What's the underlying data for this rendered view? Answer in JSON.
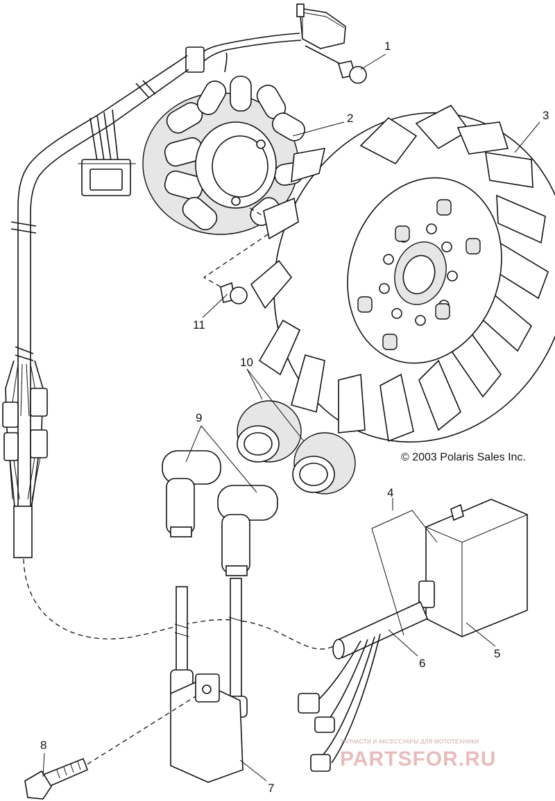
{
  "callouts": [
    "1",
    "2",
    "3",
    "4",
    "5",
    "6",
    "7",
    "8",
    "9",
    "10",
    "11"
  ],
  "copyright": "© 2003 Polaris Sales Inc.",
  "watermark": {
    "tagline": "ЗАПЧАСТИ И АКСЕССУАРЫ ДЛЯ МОТОТЕХНИКИ",
    "brand": "PARTSFOR.RU"
  },
  "colors": {
    "line": "#111111",
    "background": "#ffffff",
    "watermark": "#e9bcbc"
  }
}
